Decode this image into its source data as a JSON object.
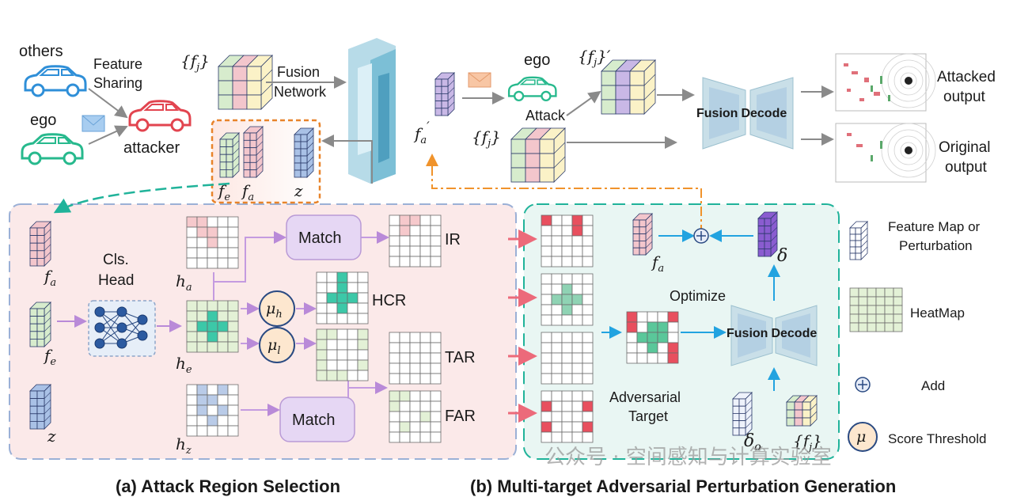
{
  "top": {
    "others": "others",
    "feature_sharing_1": "Feature",
    "feature_sharing_2": "Sharing",
    "ego": "ego",
    "attacker": "attacker",
    "fj_top": "{f",
    "fj_top_sub": "j",
    "fj_top_close": "}",
    "fusion_network_1": "Fusion",
    "fusion_network_2": "Network",
    "fe": "f",
    "fe_sub": "e",
    "fa": "f",
    "fa_sub": "a",
    "z": "z",
    "fa_prime": "f",
    "fa_prime_sub": "a",
    "fa_prime_mark": "′",
    "ego_right": "ego",
    "attack": "Attack",
    "fj_prime": "{f",
    "fj_prime_sub": "j",
    "fj_prime_close": "}′",
    "fj_lower": "{f",
    "fj_lower_sub": "j",
    "fj_lower_close": "}",
    "fusion_bold": "Fusion",
    "decode_bold": "Decode",
    "attacked_1": "Attacked",
    "attacked_2": "output",
    "original_1": "Original",
    "original_2": "output"
  },
  "panel_a": {
    "fa": "f",
    "fa_sub": "a",
    "fe": "f",
    "fe_sub": "e",
    "z": "z",
    "cls_head_1": "Cls.",
    "cls_head_2": "Head",
    "ha": "h",
    "ha_sub": "a",
    "he": "h",
    "he_sub": "e",
    "hz": "h",
    "hz_sub": "z",
    "match_top": "Match",
    "match_bottom": "Match",
    "mu_h": "μ",
    "mu_h_sub": "h",
    "mu_l": "μ",
    "mu_l_sub": "l",
    "ir": "IR",
    "hcr": "HCR",
    "tar": "TAR",
    "far": "FAR",
    "caption": "(a) Attack Region Selection"
  },
  "panel_b": {
    "fa": "f",
    "fa_sub": "a",
    "delta": "δ",
    "optimize": "Optimize",
    "adv_1": "Adversarial",
    "adv_2": "Target",
    "fusion_bold": "Fusion",
    "decode_bold": "Decode",
    "delta_o": "δ",
    "delta_o_sub": "o",
    "fj": "{f",
    "fj_sub": "j",
    "fj_close": "}",
    "caption": "(b) Multi-target Adversarial Perturbation Generation"
  },
  "legend": {
    "feature_map_1": "Feature Map or",
    "feature_map_2": "Perturbation",
    "heatmap": "HeatMap",
    "add": "Add",
    "score": "Score Threshold",
    "mu": "μ"
  },
  "watermark": "公众号 · 空间感知与计算实验室",
  "colors": {
    "pink_panel": "#fbe9e9",
    "teal_panel": "#e9f6f3",
    "pink_cell": "#f6c9cc",
    "teal_cell": "#3cc8a8",
    "light_green_cell": "#e3f1d6",
    "blue_cell": "#b9cbe8",
    "red_cell": "#e84f5e",
    "match_box": "#e6d7f4",
    "orange": "#f0932b"
  }
}
